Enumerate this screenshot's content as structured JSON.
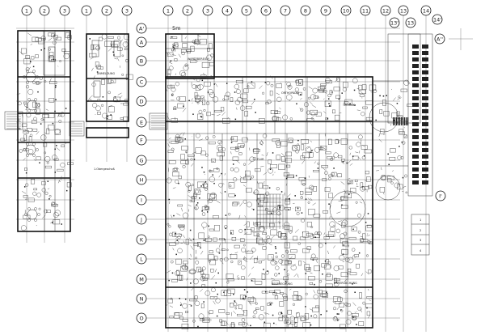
{
  "drawing": {
    "left_wing_cols": [
      "1",
      "2",
      "3"
    ],
    "mid_wing_cols": [
      "1",
      "2",
      "3"
    ],
    "main_cols": [
      "1",
      "2",
      "3",
      "4",
      "5",
      "6",
      "7",
      "8",
      "9",
      "10",
      "11",
      "12",
      "13",
      "14"
    ],
    "main_cols_prime": [
      "13'",
      "13",
      "14'"
    ],
    "rows": [
      "A'",
      "A",
      "B",
      "C",
      "D",
      "E",
      "F",
      "G",
      "H",
      "I",
      "J",
      "K",
      "L",
      "M",
      "N",
      "O"
    ],
    "row_prime": [
      "A''",
      "I'"
    ],
    "dimension_label": "5m",
    "dimension_label_v": "5m",
    "notes": {
      "mid_wing": "1.Obergeschoß",
      "room_a": "ORTHOPÄDIE",
      "room_b": "FLUR",
      "room_c": "TECHNIK",
      "room_d": "WARTEBEREICH",
      "room_e": "BESPRECHUNG",
      "room_f": "ANMELDUNG",
      "room_g": "UNTERSUCHUNG"
    },
    "legend_numbers": [
      "1",
      "2",
      "3",
      "4"
    ]
  }
}
